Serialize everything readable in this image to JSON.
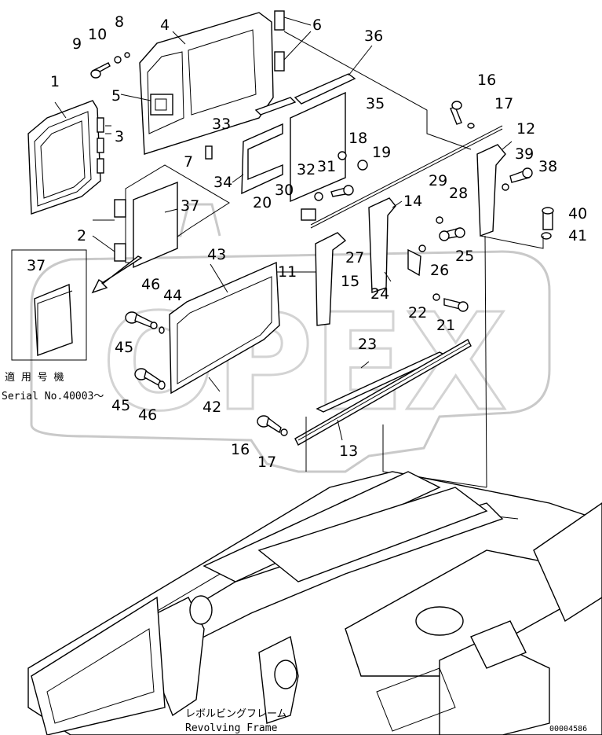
{
  "callouts": [
    {
      "id": "1",
      "text": "1"
    },
    {
      "id": "2",
      "text": "2"
    },
    {
      "id": "3",
      "text": "3"
    },
    {
      "id": "4",
      "text": "4"
    },
    {
      "id": "5",
      "text": "5"
    },
    {
      "id": "6",
      "text": "6"
    },
    {
      "id": "7",
      "text": "7"
    },
    {
      "id": "8",
      "text": "8"
    },
    {
      "id": "9",
      "text": "9"
    },
    {
      "id": "10",
      "text": "10"
    },
    {
      "id": "11",
      "text": "11"
    },
    {
      "id": "12",
      "text": "12"
    },
    {
      "id": "13",
      "text": "13"
    },
    {
      "id": "14",
      "text": "14"
    },
    {
      "id": "15",
      "text": "15"
    },
    {
      "id": "16a",
      "text": "16"
    },
    {
      "id": "16b",
      "text": "16"
    },
    {
      "id": "17a",
      "text": "17"
    },
    {
      "id": "17b",
      "text": "17"
    },
    {
      "id": "18",
      "text": "18"
    },
    {
      "id": "19",
      "text": "19"
    },
    {
      "id": "20",
      "text": "20"
    },
    {
      "id": "21",
      "text": "21"
    },
    {
      "id": "22",
      "text": "22"
    },
    {
      "id": "23",
      "text": "23"
    },
    {
      "id": "24",
      "text": "24"
    },
    {
      "id": "25",
      "text": "25"
    },
    {
      "id": "26",
      "text": "26"
    },
    {
      "id": "27",
      "text": "27"
    },
    {
      "id": "28",
      "text": "28"
    },
    {
      "id": "29",
      "text": "29"
    },
    {
      "id": "30",
      "text": "30"
    },
    {
      "id": "31",
      "text": "31"
    },
    {
      "id": "32",
      "text": "32"
    },
    {
      "id": "33",
      "text": "33"
    },
    {
      "id": "34",
      "text": "34"
    },
    {
      "id": "35",
      "text": "35"
    },
    {
      "id": "36",
      "text": "36"
    },
    {
      "id": "37a",
      "text": "37"
    },
    {
      "id": "37b",
      "text": "37"
    },
    {
      "id": "38",
      "text": "38"
    },
    {
      "id": "39",
      "text": "39"
    },
    {
      "id": "40",
      "text": "40"
    },
    {
      "id": "41",
      "text": "41"
    },
    {
      "id": "42",
      "text": "42"
    },
    {
      "id": "43",
      "text": "43"
    },
    {
      "id": "44",
      "text": "44"
    },
    {
      "id": "45a",
      "text": "45"
    },
    {
      "id": "45b",
      "text": "45"
    },
    {
      "id": "46a",
      "text": "46"
    },
    {
      "id": "46b",
      "text": "46"
    }
  ],
  "serial_note": {
    "jp": "適 用 号 機",
    "en": "Serial No.40003～"
  },
  "frame_label": {
    "jp": "レボルビングフレーム",
    "en": "Revolving Frame"
  },
  "drawing_number": "00004586",
  "watermark": "OPEX"
}
